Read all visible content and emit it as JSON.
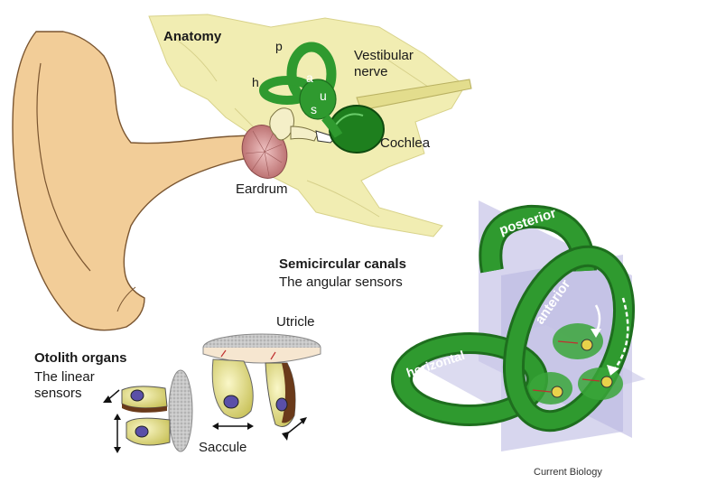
{
  "labels": {
    "anatomy": "Anatomy",
    "p": "p",
    "a": "a",
    "h": "h",
    "u": "u",
    "s": "s",
    "vestibular_nerve_line1": "Vestibular",
    "vestibular_nerve_line2": "nerve",
    "cochlea": "Cochlea",
    "eardrum": "Eardrum",
    "semicircular_title": "Semicircular canals",
    "semicircular_subtitle": "The angular sensors",
    "utricle": "Utricle",
    "otolith_title": "Otolith organs",
    "otolith_line1": "The linear",
    "otolith_line2": "sensors",
    "saccule": "Saccule",
    "posterior": "posterior",
    "anterior": "anterior",
    "horizontal": "horizontal",
    "credit": "Current Biology"
  },
  "colors": {
    "skin": "#f2cd98",
    "skin_outline": "#7a5530",
    "bone": "#f1edb2",
    "canal_green": "#2f9a2f",
    "canal_dark": "#1e6e1e",
    "eardrum": "#c98585",
    "plane": "#c9c7e8",
    "hair_cell": "#e6e08a",
    "nucleus": "#5a4fa8"
  }
}
